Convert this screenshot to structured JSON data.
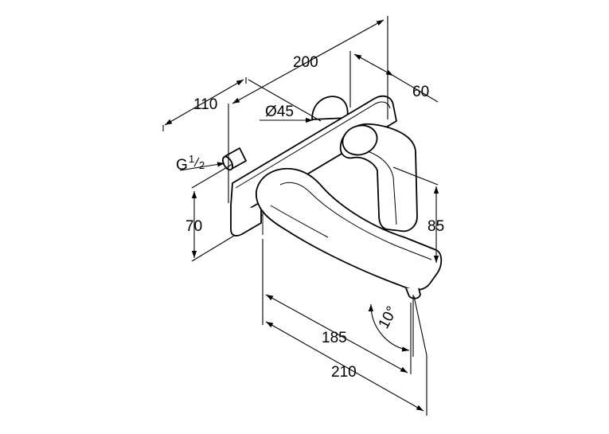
{
  "labels": {
    "dim_200": "200",
    "dim_110": "110",
    "dim_60": "60",
    "dim_diameter": "Ø45",
    "dim_thread_g": "G",
    "dim_thread_num": "1",
    "dim_thread_den": "2",
    "dim_70": "70",
    "dim_85": "85",
    "dim_angle": "10°",
    "dim_185": "185",
    "dim_210": "210"
  }
}
